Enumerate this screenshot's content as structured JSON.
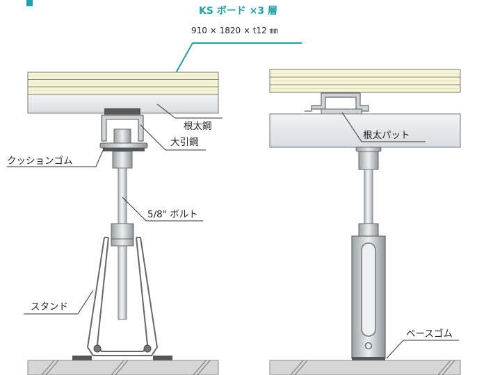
{
  "header": {
    "title": "KS ボード ×3 層",
    "dims": "910 × 1820 × t12 ㎜"
  },
  "labels": {
    "joist_steel": "根太鋼",
    "girder_steel": "大引鋼",
    "cushion_rubber": "クッションゴム",
    "bolt": "5/8\" ボルト",
    "stand": "スタンド",
    "joist_pad": "根太パット",
    "base_rubber": "ベースゴム"
  },
  "colors": {
    "accent": "#1aa3a8",
    "board": "#f8f4d6",
    "steel": "#e6eaed",
    "ground": "#d6d6d6"
  }
}
